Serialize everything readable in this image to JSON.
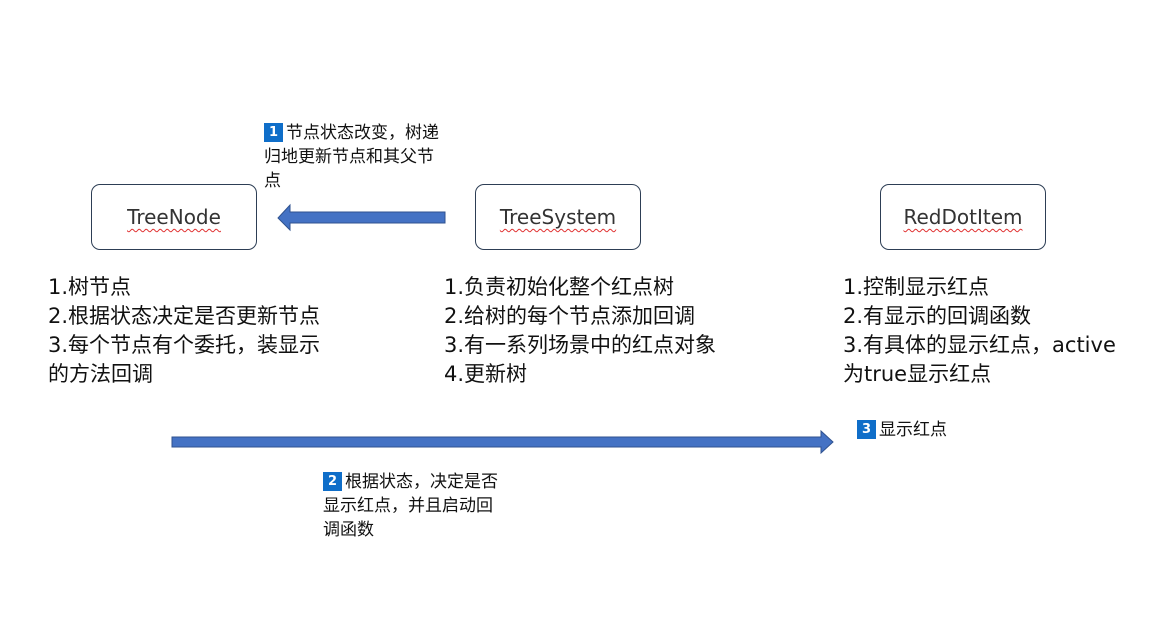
{
  "nodes": {
    "tree_node": "TreeNode",
    "tree_system": "TreeSystem",
    "red_dot_item": "RedDotItem"
  },
  "tree_node_desc": [
    "1.树节点",
    "2.根据状态决定是否更新节点",
    "3.每个节点有个委托，装显示",
    "的方法回调"
  ],
  "tree_system_desc": [
    "1.负责初始化整个红点树",
    "2.给树的每个节点添加回调",
    "3.有一系列场景中的红点对象",
    "4.更新树"
  ],
  "red_dot_item_desc": [
    "1.控制显示红点",
    "2.有显示的回调函数",
    "3.有具体的显示红点，active",
    "为true显示红点"
  ],
  "notes": {
    "step1": {
      "badge": "1",
      "lines": [
        "节点状态改变，树递",
        "归地更新节点和其父节",
        "点"
      ]
    },
    "step2": {
      "badge": "2",
      "lines": [
        "根据状态，决定是否",
        "显示红点，并且启动回",
        "调函数"
      ]
    },
    "step3": {
      "badge": "3",
      "lines": [
        "显示红点"
      ]
    }
  },
  "colors": {
    "arrow_fill": "#4472c4",
    "arrow_stroke": "#2f528f",
    "badge": "#0f6ec9",
    "box_border": "#2d3e55"
  }
}
